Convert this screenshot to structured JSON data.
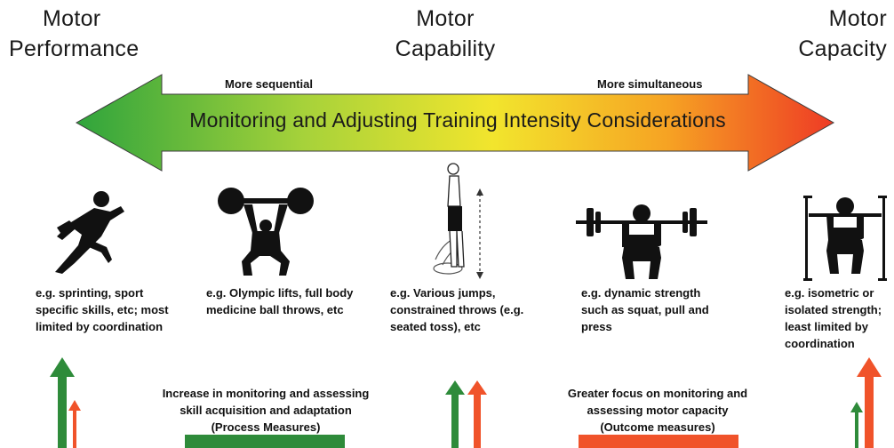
{
  "headers": {
    "left": [
      "Motor",
      "Performance"
    ],
    "middle": [
      "Motor",
      "Capability"
    ],
    "right": [
      "Motor",
      "Capacity"
    ]
  },
  "arrow": {
    "left_label": "More sequential",
    "right_label": "More simultaneous",
    "title": "Monitoring and Adjusting Training Intensity Considerations",
    "gradient": [
      "#2fa43c",
      "#a6d23a",
      "#f2e52d",
      "#f6a323",
      "#ee3b25"
    ]
  },
  "examples": [
    {
      "icon": "sprinter-icon",
      "text": "e.g. sprinting, sport specific skills, etc; most limited by coordination"
    },
    {
      "icon": "olympic-lift-icon",
      "text": "e.g. Olympic lifts, full body medicine ball throws, etc"
    },
    {
      "icon": "jump-icon",
      "text": "e.g. Various jumps, constrained throws (e.g. seated toss), etc"
    },
    {
      "icon": "barbell-squat-icon",
      "text": "e.g. dynamic strength such as squat, pull and press"
    },
    {
      "icon": "isometric-squat-icon",
      "text": "e.g. isometric or isolated strength; least limited by coordination"
    }
  ],
  "notes": {
    "process": [
      "Increase in monitoring and assessing",
      "skill acquisition and adaptation",
      "(Process Measures)"
    ],
    "outcome": [
      "Greater focus on monitoring and",
      "assessing motor capacity",
      "(Outcome measures)"
    ]
  },
  "colors": {
    "green": "#2e8b3a",
    "orange": "#f0532a",
    "text": "#111111"
  }
}
